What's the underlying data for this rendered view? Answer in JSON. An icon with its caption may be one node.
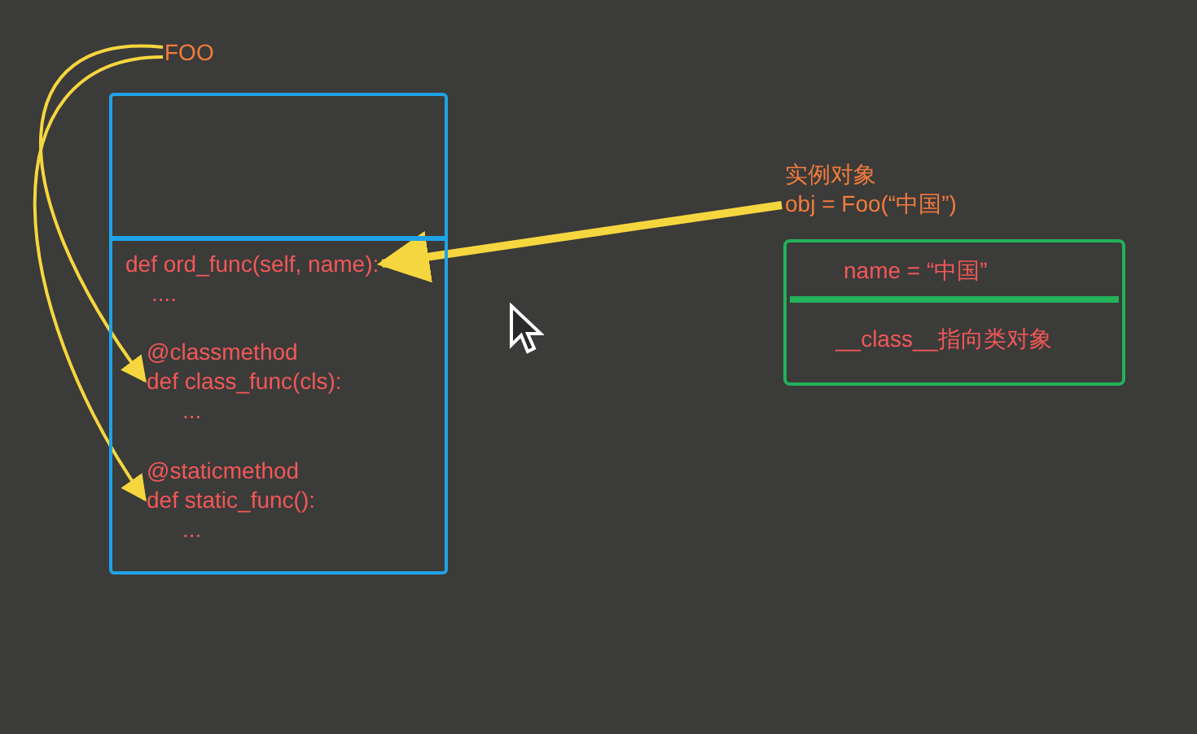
{
  "diagram": {
    "nodes": [
      {
        "text": [
          "FOO"
        ]
      },
      {
        "text": [],
        "shape": "box"
      },
      {
        "text": [
          "def ord_func(self, name):",
          "...."
        ],
        "in": 1
      },
      {
        "text": [
          "@classmethod",
          "def class_func(cls):",
          "..."
        ],
        "in": 1
      },
      {
        "text": [
          "@staticmethod",
          "def static_func():",
          "..."
        ],
        "in": 1
      },
      {
        "text": [
          "实例对象",
          "obj = Foo(“中国”)"
        ]
      },
      {
        "text": [
          "name = “中国”",
          "__class__指向类对象"
        ]
      }
    ],
    "edges": [
      {
        "from": 0,
        "to": 3,
        "arrow": "to"
      },
      {
        "from": 0,
        "to": 4,
        "arrow": "to"
      },
      {
        "from": 5,
        "to": 2,
        "arrow": "to",
        "style": "thick"
      }
    ]
  }
}
